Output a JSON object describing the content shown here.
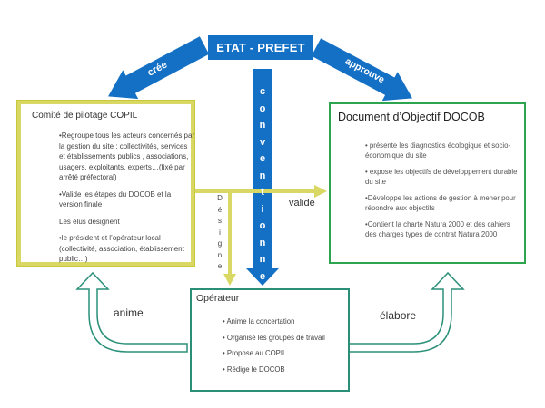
{
  "colors": {
    "blue": "#1470c4",
    "yellow": "#d9d864",
    "green": "#2da44e",
    "teal": "#2b8f78"
  },
  "etat": {
    "label": "ETAT - PREFET"
  },
  "arrows": {
    "cree": "crée",
    "approuve": "approuve",
    "conventionne": "conventionne",
    "valide": "valide",
    "designe": "Désigne",
    "anime": "anime",
    "elabore": "élabore"
  },
  "copil": {
    "title": "Comité de pilotage COPIL",
    "items": [
      "•Regroupe tous les acteurs concernés par la gestion du site : collectivités, services et établissements publics , associations, usagers, exploitants, experts…(fixé par arrêté préfectoral)",
      "•Valide les étapes du DOCOB et la version finale",
      "Les élus désignent",
      "•le président et l’opérateur local (collectivité, association, établissement public…)"
    ]
  },
  "docob": {
    "title": "Document d’Objectif DOCOB",
    "items": [
      "• présente les diagnostics écologique et socio-économique du site",
      "• expose les objectifs de développement durable du site",
      "•Développe les actions de gestion à mener  pour répondre aux objectifs",
      "•Contient la charte Natura 2000  et des cahiers des charges types de contrat Natura 2000"
    ]
  },
  "operateur": {
    "title": "Opérateur",
    "items": [
      "• Anime la concertation",
      "• Organise les groupes de travail",
      "• Propose au COPIL",
      "• Rédige le DOCOB"
    ]
  }
}
